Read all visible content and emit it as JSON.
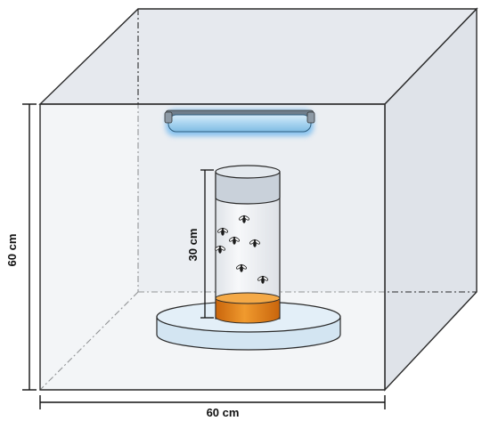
{
  "labels": {
    "box_height": "60 cm",
    "box_width": "60 cm",
    "tube_height": "30 cm"
  },
  "colors": {
    "box_fill": "#e9ecf1",
    "box_stroke": "#2a2a2a",
    "uv_lamp": "#a9d4f0",
    "uv_glow": "#5fb0ee",
    "tube_glass": "#eef0f3",
    "tube_cap": "#c9d1da",
    "liquid": "#e8861c",
    "platform": "#d9e9f5",
    "fly": "#1a1a1a"
  },
  "icons": {
    "lamp": "uv-lamp-icon",
    "fly": "fly-icon"
  }
}
